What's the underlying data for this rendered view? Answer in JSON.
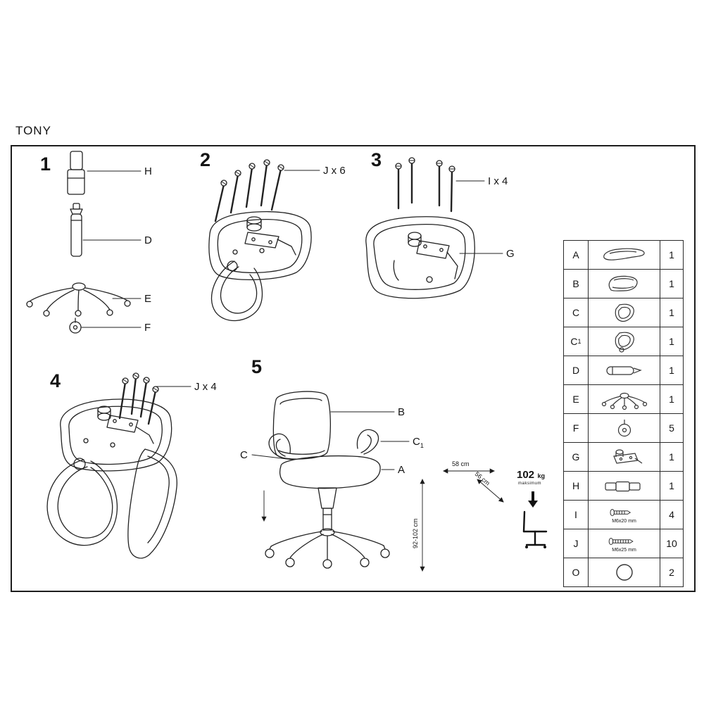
{
  "page": {
    "title": "TONY"
  },
  "steps": {
    "s1": {
      "number": "1",
      "label_h": "H",
      "label_d": "D",
      "label_e": "E",
      "label_f": "F"
    },
    "s2": {
      "number": "2",
      "screw_label": "J x 6"
    },
    "s3": {
      "number": "3",
      "screw_label": "I x 4",
      "label_g": "G"
    },
    "s4": {
      "number": "4",
      "screw_label": "J x 4"
    },
    "s5": {
      "number": "5",
      "label_b": "B",
      "label_c1": "C",
      "label_c1_sub": "1",
      "label_c": "C",
      "label_a": "A",
      "dim_width": "58 cm",
      "dim_depth": "56 cm",
      "dim_height": "92-102 cm",
      "weight_value": "102",
      "weight_unit": "kg",
      "weight_note": "maksimum"
    }
  },
  "parts_table": {
    "rows": [
      {
        "id": "A",
        "icon": "seat-cushion-icon",
        "qty": "1"
      },
      {
        "id": "B",
        "icon": "backrest-icon",
        "qty": "1"
      },
      {
        "id": "C",
        "icon": "armrest-bracket-icon",
        "qty": "1"
      },
      {
        "id": "C",
        "id_sub": "1",
        "icon": "armrest-bracket-icon",
        "qty": "1"
      },
      {
        "id": "D",
        "icon": "gas-lift-icon",
        "qty": "1"
      },
      {
        "id": "E",
        "icon": "star-base-icon",
        "qty": "1"
      },
      {
        "id": "F",
        "icon": "caster-icon",
        "qty": "5"
      },
      {
        "id": "G",
        "icon": "mechanism-icon",
        "qty": "1"
      },
      {
        "id": "H",
        "icon": "telescopic-cover-icon",
        "qty": "1"
      },
      {
        "id": "I",
        "icon": "screw-icon",
        "size": "M6x20 mm",
        "qty": "4"
      },
      {
        "id": "J",
        "icon": "screw-icon",
        "size": "M6x25 mm",
        "qty": "10"
      },
      {
        "id": "O",
        "icon": "ring-icon",
        "qty": "2"
      }
    ]
  }
}
